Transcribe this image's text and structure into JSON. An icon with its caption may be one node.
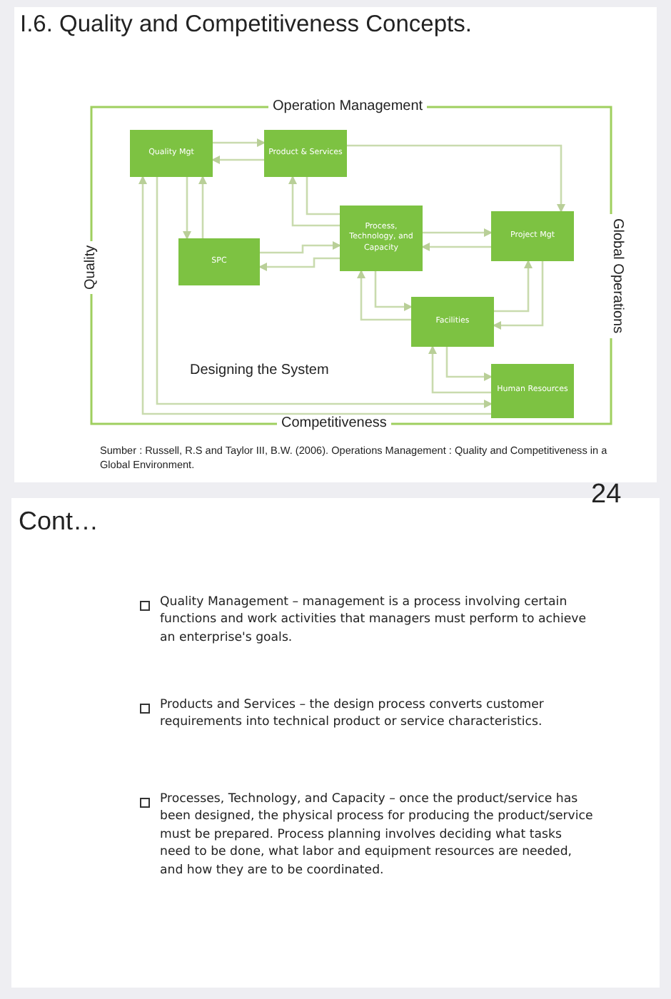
{
  "diagram": {
    "title": "I.6. Quality and Competitiveness Concepts.",
    "nodes": [
      {
        "text": [
          "Quality Mgt"
        ]
      },
      {
        "text": [
          "Product & Services"
        ]
      },
      {
        "text": [
          "SPC"
        ]
      },
      {
        "text": [
          "Process, Technology, and Capacity"
        ]
      },
      {
        "text": [
          "Project Mgt"
        ]
      },
      {
        "text": [
          "Facilities"
        ]
      },
      {
        "text": [
          "Human Resources"
        ]
      }
    ],
    "edges": [
      {
        "from": 0,
        "to": 1,
        "arrow": "to"
      },
      {
        "from": 1,
        "to": 0,
        "arrow": "to"
      },
      {
        "from": 0,
        "to": 2,
        "arrow": "to"
      },
      {
        "from": 2,
        "to": 0,
        "arrow": "to"
      },
      {
        "from": 1,
        "to": 4,
        "arrow": "to"
      },
      {
        "from": 1,
        "to": 3,
        "arrow": "none"
      },
      {
        "from": 3,
        "to": 1,
        "arrow": "to"
      },
      {
        "from": 2,
        "to": 3,
        "arrow": "to"
      },
      {
        "from": 3,
        "to": 2,
        "arrow": "to"
      },
      {
        "from": 3,
        "to": 4,
        "arrow": "to"
      },
      {
        "from": 4,
        "to": 3,
        "arrow": "to"
      },
      {
        "from": 5,
        "to": 3,
        "arrow": "to"
      },
      {
        "from": 3,
        "to": 5,
        "arrow": "to"
      },
      {
        "from": 5,
        "to": 4,
        "arrow": "to"
      },
      {
        "from": 4,
        "to": 5,
        "arrow": "to"
      },
      {
        "from": 6,
        "to": 5,
        "arrow": "to"
      },
      {
        "from": 5,
        "to": 6,
        "arrow": "to"
      },
      {
        "from": 0,
        "to": 6,
        "arrow": "to"
      },
      {
        "from": 6,
        "to": 0,
        "arrow": "to"
      }
    ],
    "labels": [
      "Operation Management",
      "Quality",
      "Global Operations",
      "Designing the System",
      "Competitiveness",
      "Sumber : Russell, R.S and Taylor III, B.W. (2006). Operations Management : Quality and Competitiveness in a Global Environment.",
      "24",
      "Cont…",
      "Quality Management – management is a process involving certain functions and work activities that managers must perform to achieve an enterprise's goals.",
      "Products and Services – the design process converts customer requirements into technical product or service characteristics.",
      "Processes, Technology, and Capacity – once the product/service has been designed, the physical process for producing the product/service must be prepared. Process planning involves deciding what tasks need to be done, what labor and equipment resources are needed, and how they are to be coordinated."
    ]
  }
}
